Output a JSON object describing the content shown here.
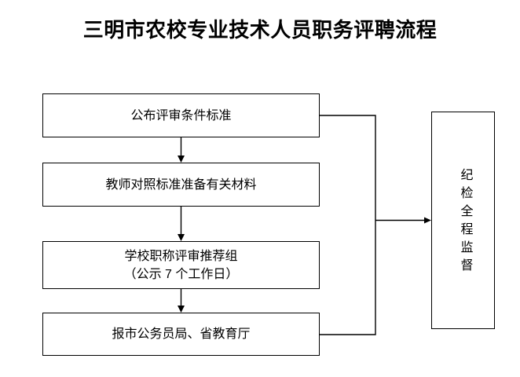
{
  "title": "三明市农校专业技术人员职务评聘流程",
  "flow": {
    "steps": [
      {
        "lines": [
          "公布评审条件标准"
        ]
      },
      {
        "lines": [
          "教师对照标准准备有关材料"
        ]
      },
      {
        "lines": [
          "学校职称评审推荐组",
          "（公示 7 个工作日）"
        ]
      },
      {
        "lines": [
          "报市公务员局、省教育厅"
        ]
      }
    ],
    "supervision": {
      "label": "纪检全程监督"
    }
  },
  "colors": {
    "line": "#000000",
    "text": "#000000",
    "background": "#ffffff"
  }
}
